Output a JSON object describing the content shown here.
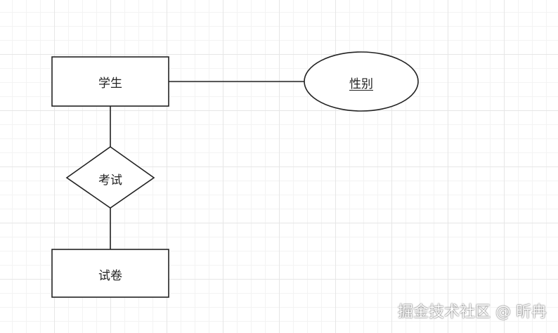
{
  "diagram": {
    "entity_student": "学生",
    "attribute_gender": "性别",
    "relation_exam": "考试",
    "entity_paper": "试卷"
  },
  "watermark": "掘金技术社区 @ 昕冉"
}
